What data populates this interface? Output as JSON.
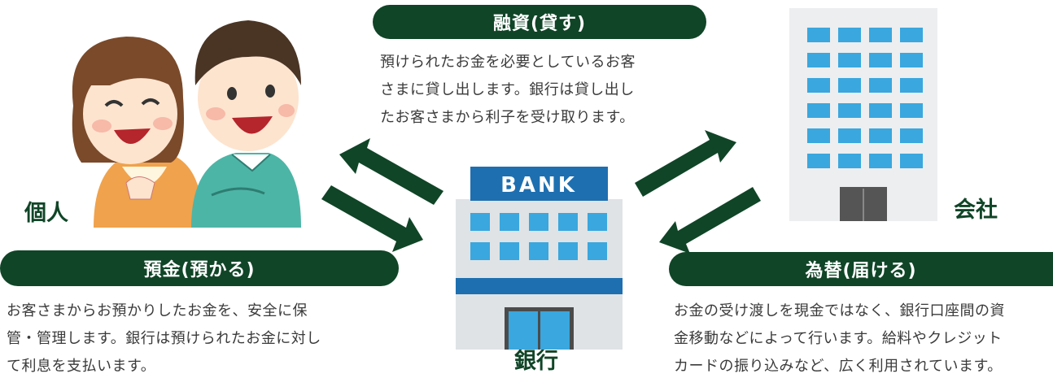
{
  "financing": {
    "title": "融資(貸す)",
    "lines": [
      "預けられたお金を必要としているお客",
      "さまに貸し出します。銀行は貸し出し",
      "たお客さまから利子を受け取ります。"
    ]
  },
  "deposit": {
    "title": "預金(預かる)",
    "lines": [
      "お客さまからお預かりしたお金を、安全に保",
      "管・管理します。銀行は預けられたお金に対し",
      "て利息を支払います。"
    ]
  },
  "exchange": {
    "title": "為替(届ける)",
    "lines": [
      "お金の受け渡しを現金ではなく、銀行口座間の資",
      "金移動などによって行います。給料やクレジット",
      "カードの振り込みなど、広く利用されています。"
    ]
  },
  "labels": {
    "individual": "個人",
    "company": "会社",
    "bank": "銀行"
  },
  "bank_sign": "BANK",
  "colors": {
    "dark_green": "#104527",
    "bank_blue": "#1e6fb0",
    "window_blue": "#3aa7de",
    "building_gray": "#eceeef"
  },
  "icons": [
    "couple-illustration",
    "bank-building-icon",
    "company-building-icon",
    "exchange-arrows-icon"
  ]
}
